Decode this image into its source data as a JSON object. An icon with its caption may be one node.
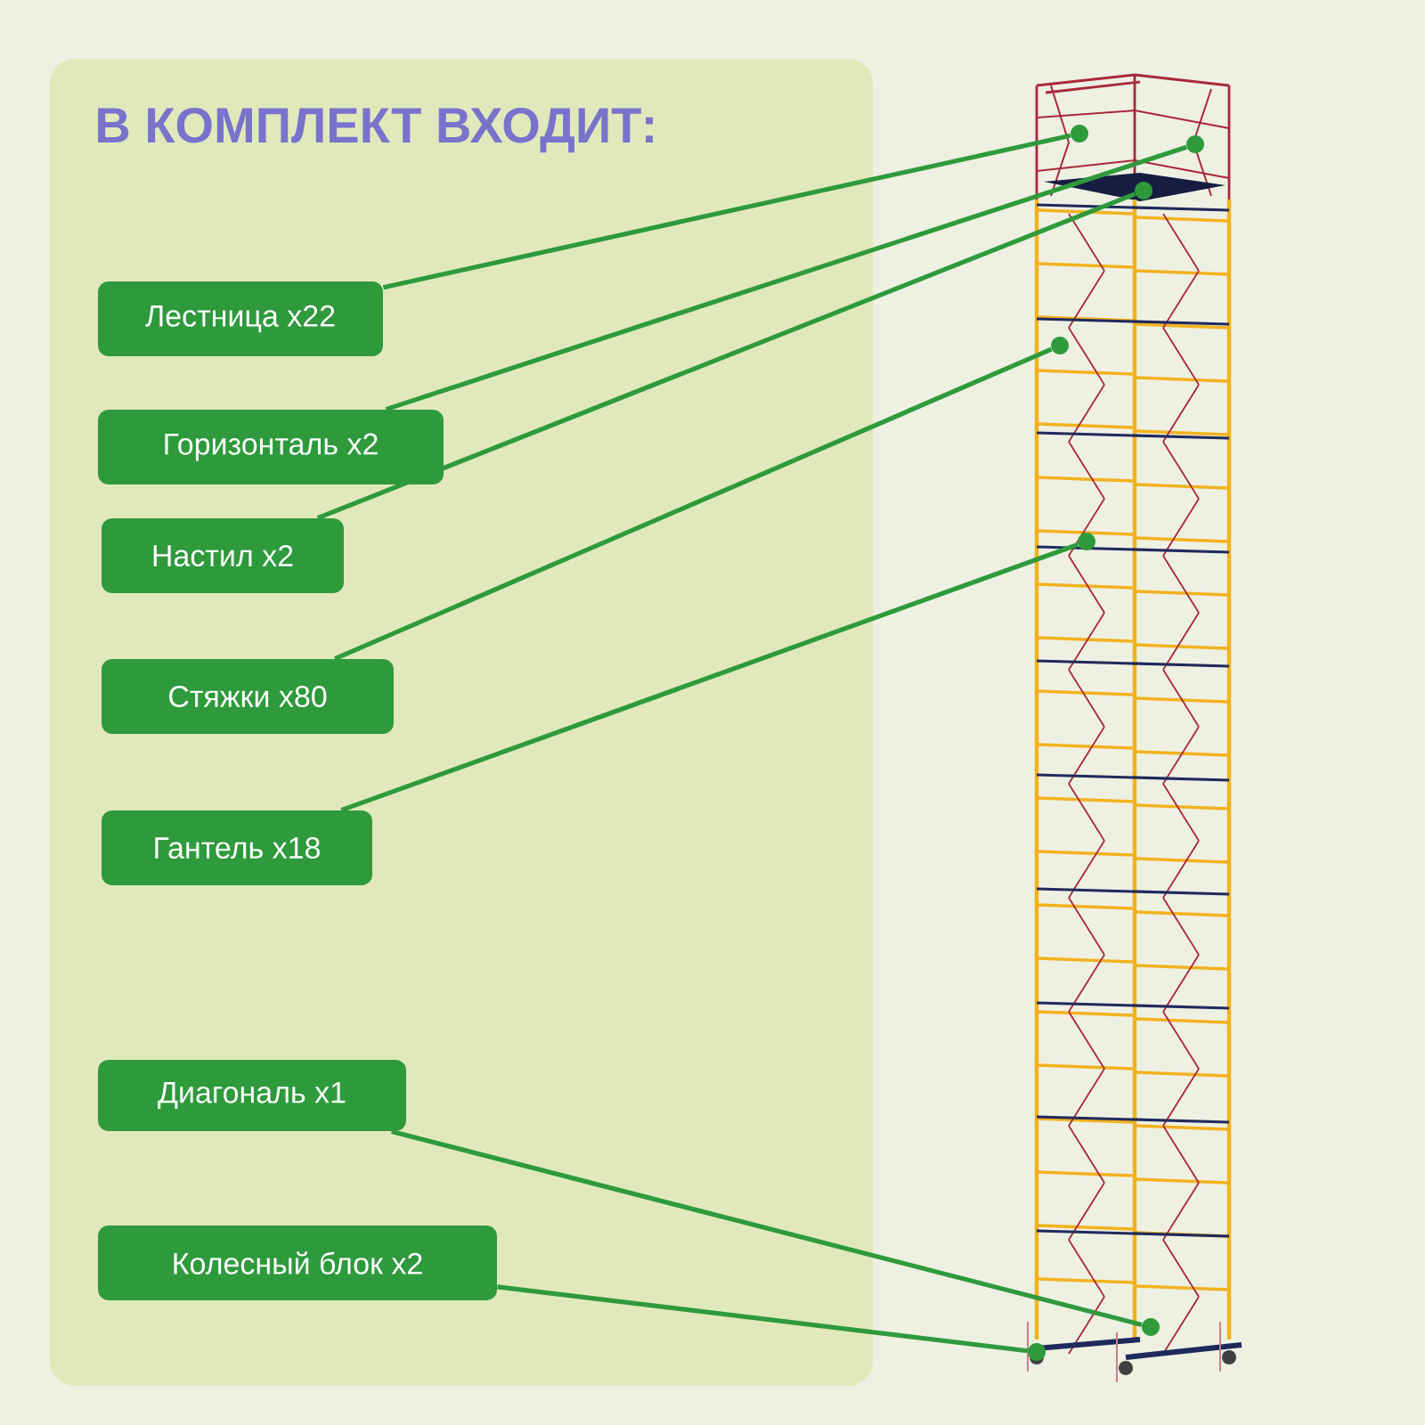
{
  "diagram": {
    "title": "В КОМПЛЕКТ ВХОДИТ:",
    "nodes": [
      {
        "text": [
          "Лестница x22"
        ]
      },
      {
        "text": [
          "Горизонталь x2"
        ]
      },
      {
        "text": [
          "Настил x2"
        ]
      },
      {
        "text": [
          "Стяжки x80"
        ]
      },
      {
        "text": [
          "Гантель x18"
        ]
      },
      {
        "text": [
          "Диагональ x1"
        ]
      },
      {
        "text": [
          "Колесный блок x2"
        ]
      },
      {
        "text": [],
        "shape": "circle"
      },
      {
        "text": [],
        "shape": "circle"
      },
      {
        "text": [],
        "shape": "circle"
      },
      {
        "text": [],
        "shape": "circle"
      },
      {
        "text": [],
        "shape": "circle"
      },
      {
        "text": [],
        "shape": "circle"
      },
      {
        "text": [],
        "shape": "circle"
      }
    ],
    "edges": [
      {
        "from": 0,
        "to": 7,
        "arrow": "none"
      },
      {
        "from": 1,
        "to": 8,
        "arrow": "none"
      },
      {
        "from": 2,
        "to": 9,
        "arrow": "none"
      },
      {
        "from": 3,
        "to": 10,
        "arrow": "none"
      },
      {
        "from": 4,
        "to": 11,
        "arrow": "none"
      },
      {
        "from": 5,
        "to": 12,
        "arrow": "none"
      },
      {
        "from": 6,
        "to": 13,
        "arrow": "none"
      }
    ]
  }
}
